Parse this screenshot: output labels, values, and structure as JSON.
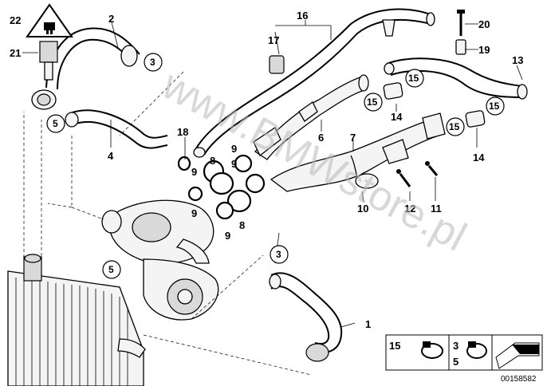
{
  "callouts": {
    "n1": "1",
    "n2": "2",
    "n3": "3",
    "n4": "4",
    "n5": "5",
    "n6": "6",
    "n7": "7",
    "n8": "8",
    "n9": "9",
    "n10": "10",
    "n11": "11",
    "n12": "12",
    "n13": "13",
    "n14": "14",
    "n15": "15",
    "n16": "16",
    "n17": "17",
    "n18": "18",
    "n19": "19",
    "n20": "20",
    "n21": "21",
    "n22": "22"
  },
  "legend": {
    "left": "15",
    "mid_top": "3",
    "mid_bottom": "5"
  },
  "watermark": "www.BMWstore.pl",
  "doc_id": "00158582",
  "icons": [
    "warning-triangle-icon",
    "hose-clamp-icon",
    "arrow-icon"
  ]
}
